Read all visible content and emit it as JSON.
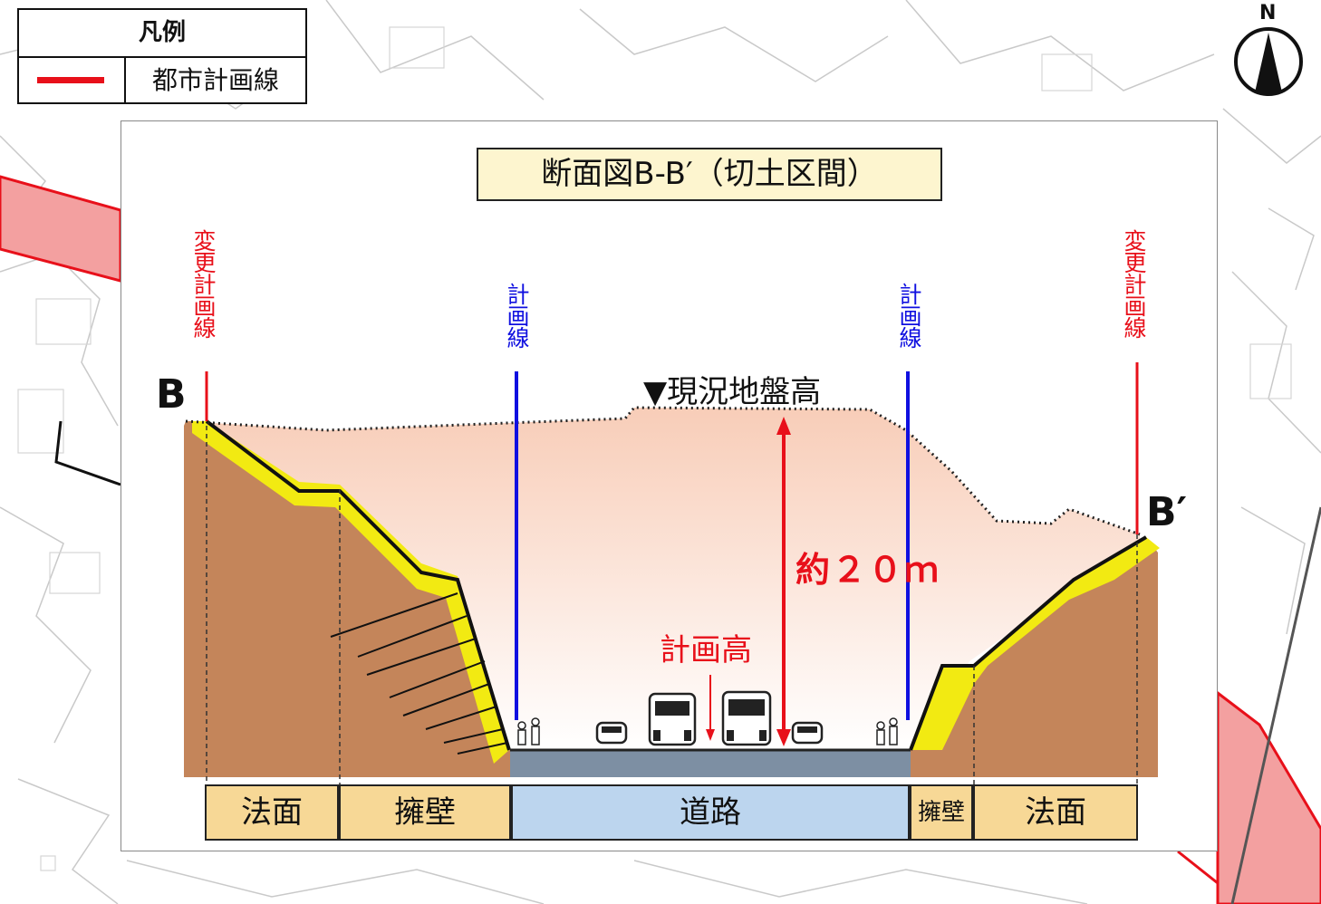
{
  "legend": {
    "title": "凡例",
    "items": [
      {
        "label": "都市計画線",
        "color": "#e8101a"
      }
    ]
  },
  "compass": {
    "label": "N"
  },
  "diagram": {
    "title": "断面図B-B′（切土区間）",
    "point_left": "B",
    "point_right": "B′",
    "changed_plan_line": "変更計画線",
    "plan_line": "計画線",
    "ground_level": "▼現況地盤高",
    "height_label": "約２０ｍ",
    "planned_height": "計画高",
    "sections": [
      "法面",
      "擁壁",
      "道路",
      "擁壁",
      "法面"
    ]
  },
  "colors": {
    "red_line": "#e8101a",
    "blue_line": "#1010e0",
    "soil": "#c4855a",
    "slope_surface": "#f2ea12",
    "road": "#7d8fa3",
    "sky_top": "#fde7dc"
  }
}
